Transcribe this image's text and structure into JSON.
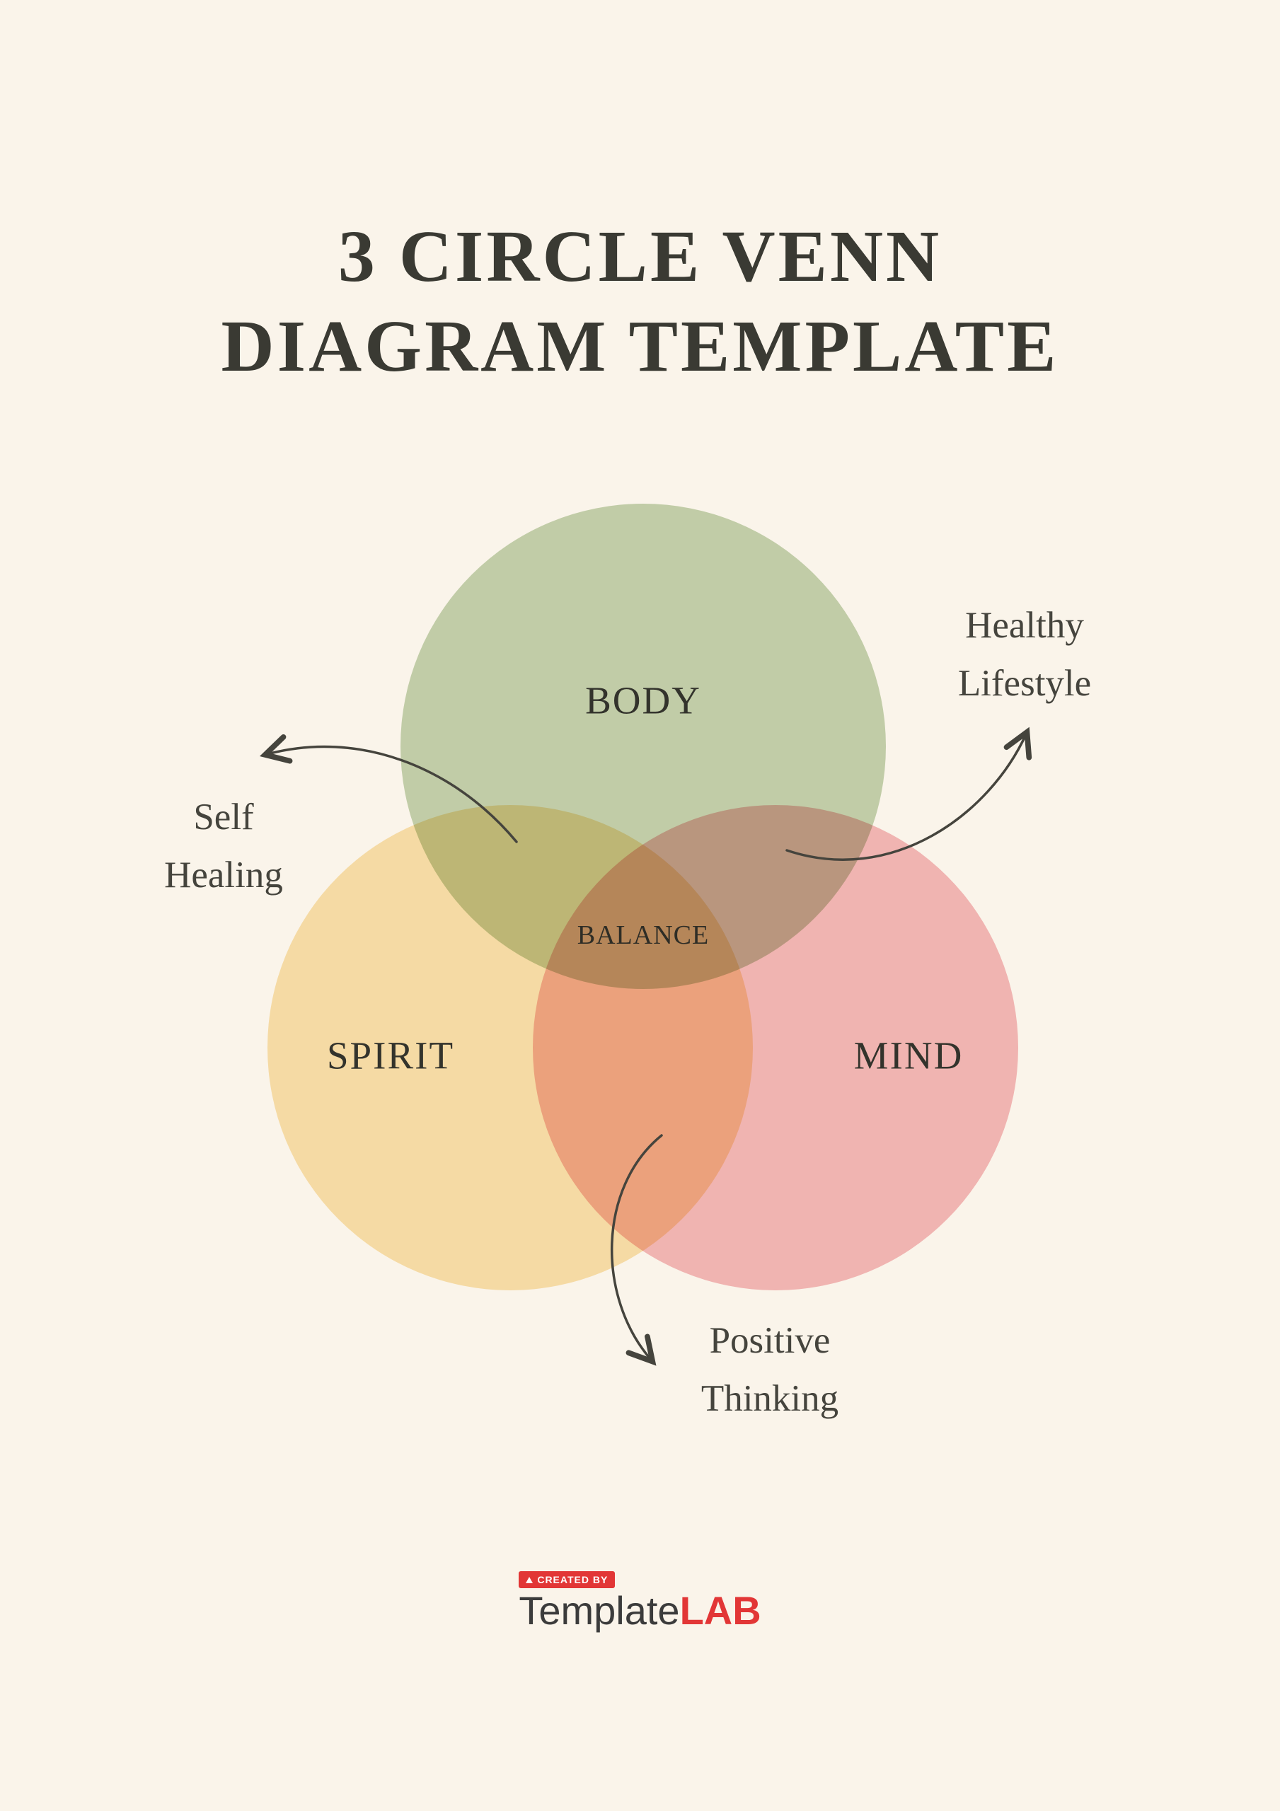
{
  "page": {
    "background_color": "#faf4ea",
    "text_color": "#3a3a33"
  },
  "title": {
    "line1": "3 CIRCLE VENN",
    "line2": "DIAGRAM TEMPLATE"
  },
  "venn": {
    "circles": [
      {
        "id": "body",
        "label": "BODY",
        "color": "#c5d6b6"
      },
      {
        "id": "spirit",
        "label": "SPIRIT",
        "color": "#fae4b3"
      },
      {
        "id": "mind",
        "label": "MIND",
        "color": "#f5bcc1"
      }
    ],
    "center_label": "BALANCE"
  },
  "annotations": [
    {
      "id": "self-healing",
      "line1": "Self",
      "line2": "Healing"
    },
    {
      "id": "healthy-lifestyle",
      "line1": "Healthy",
      "line2": "Lifestyle"
    },
    {
      "id": "positive-thinking",
      "line1": "Positive",
      "line2": "Thinking"
    }
  ],
  "footer": {
    "badge": "CREATED BY",
    "brand_primary": "Template",
    "brand_accent": "LAB",
    "accent_color": "#e23636"
  }
}
